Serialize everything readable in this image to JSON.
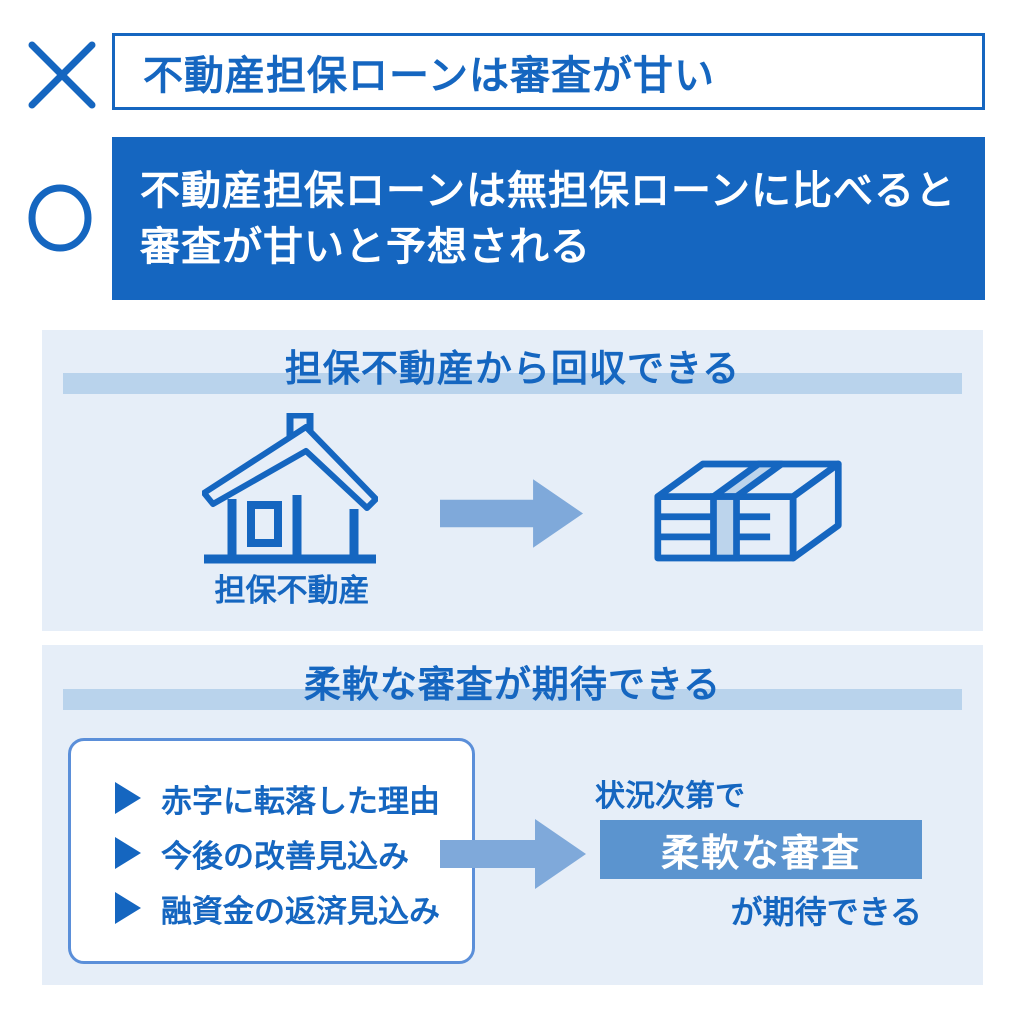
{
  "colors": {
    "primary_blue": "#1566C0",
    "panel_background": "#E6EEF8",
    "title_band_blue": "#B9D3EC",
    "arrow_blue": "#7FA9DA",
    "highlight_blue": "#5B94CF",
    "reasons_border_blue": "#5B8FD9",
    "money_band_blue": "#BCD4EC"
  },
  "wrong_claim": {
    "mark": "×",
    "text": "不動産担保ローンは審査が甘い"
  },
  "right_claim": {
    "mark": "○",
    "line1": "不動産担保ローンは無担保ローンに比べると",
    "line2": "審査が甘いと予想される"
  },
  "recover_panel": {
    "title": "担保不動産から回収できる",
    "house_label": "担保不動産"
  },
  "flexible_panel": {
    "title": "柔軟な審査が期待できる",
    "reasons": [
      "赤字に転落した理由",
      "今後の改善見込み",
      "融資金の返済見込み"
    ],
    "condition": "状況次第で",
    "highlight": "柔軟な審査",
    "suffix": "が期待できる"
  }
}
